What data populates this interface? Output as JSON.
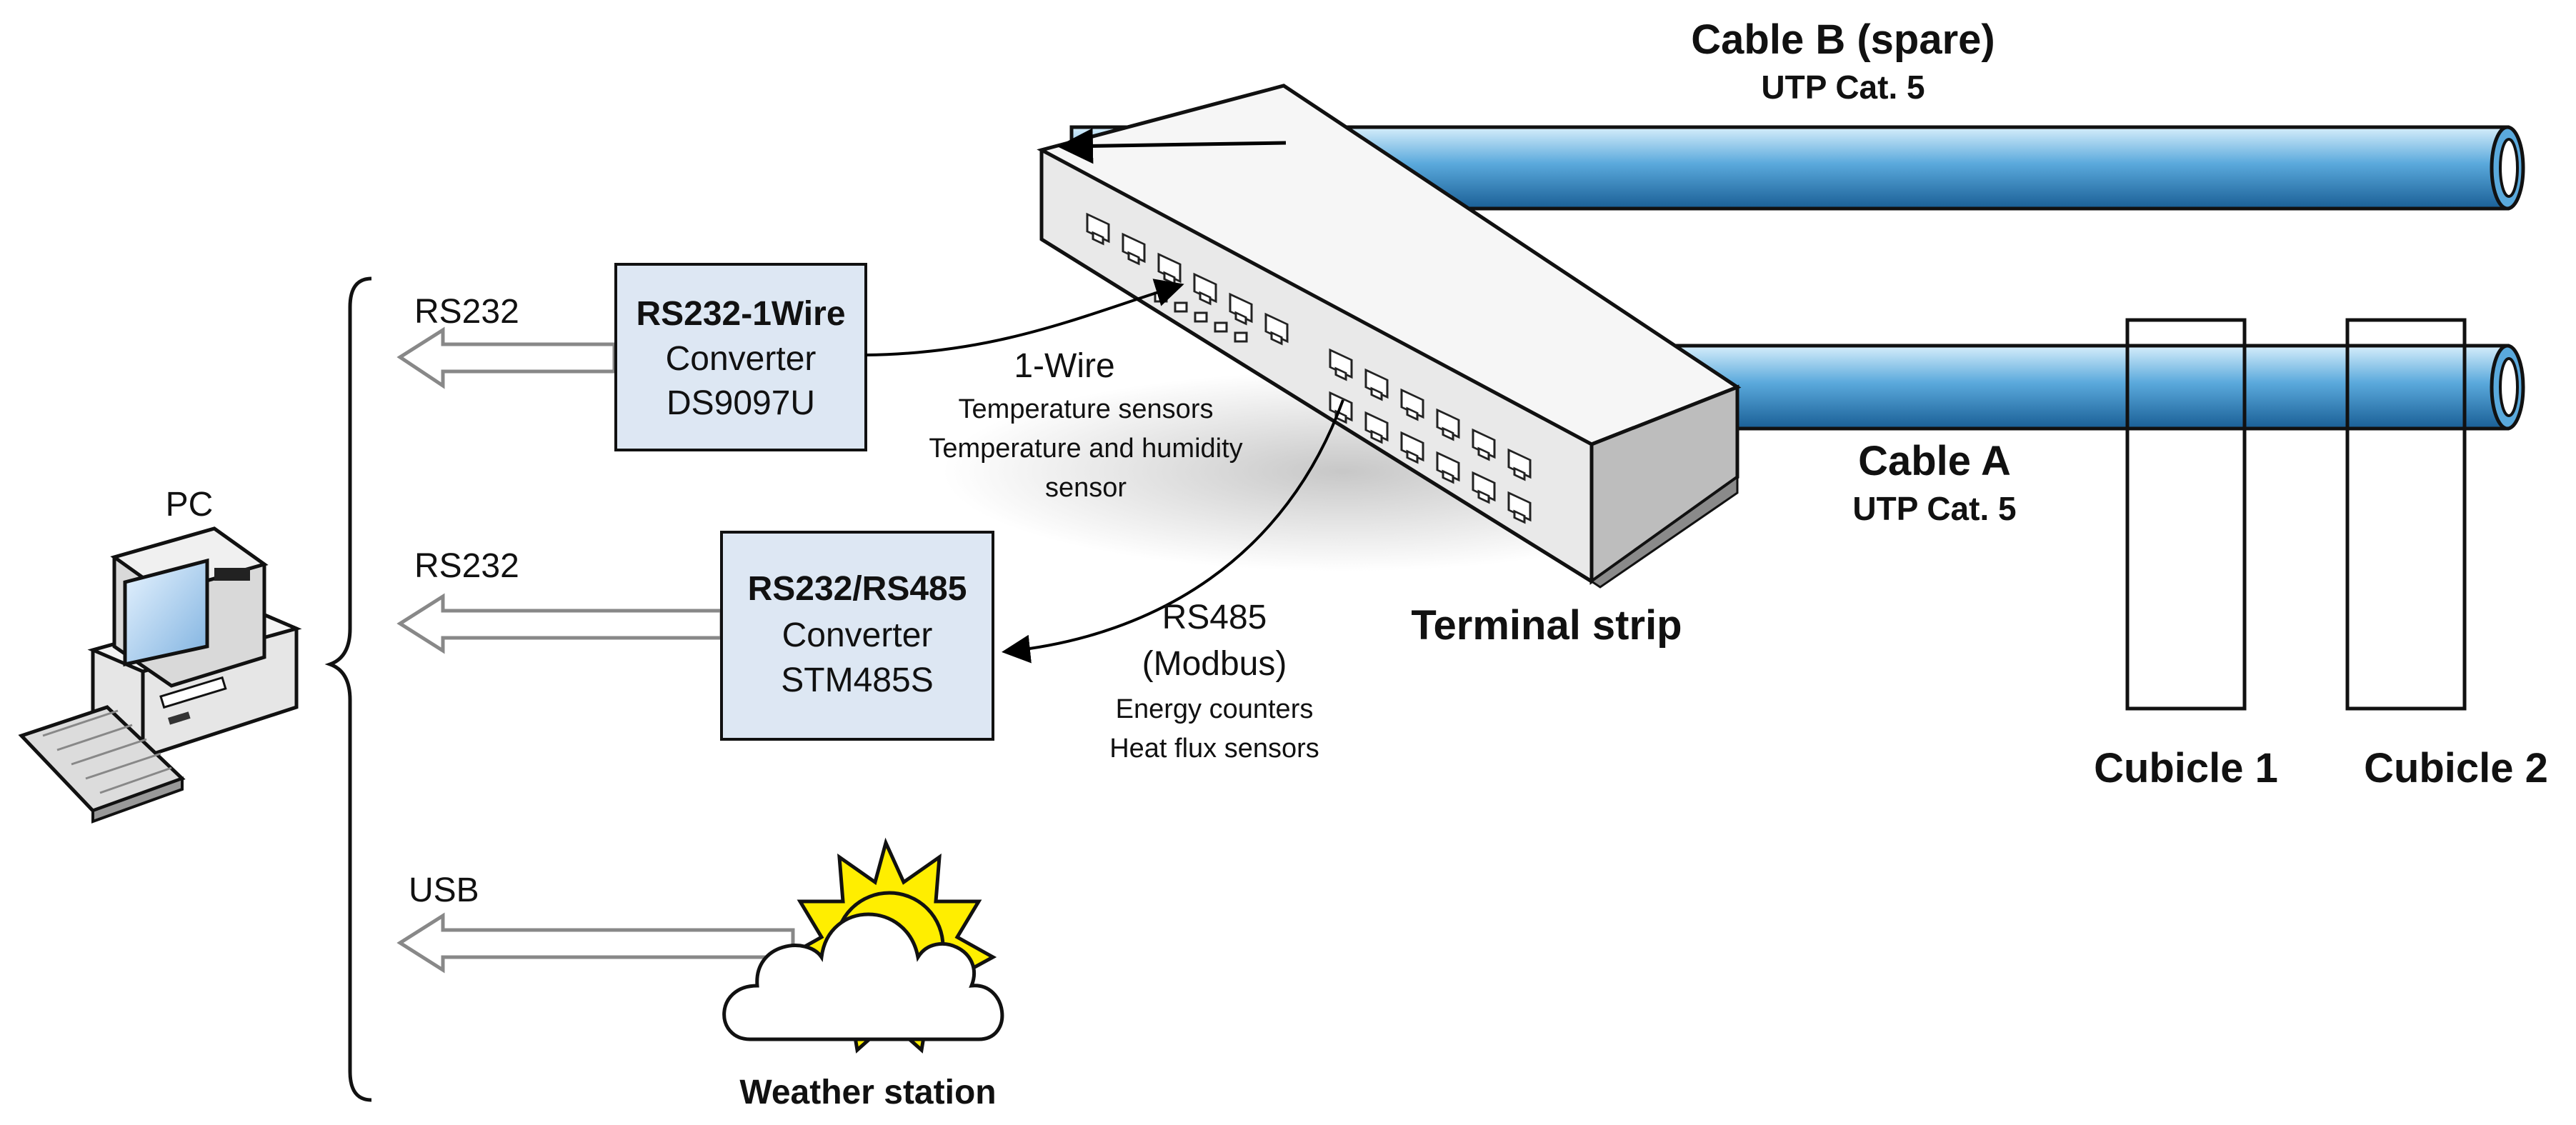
{
  "labels": {
    "pc": "PC",
    "rs232_top": "RS232",
    "rs232_mid": "RS232",
    "usb": "USB",
    "conv1_title": "RS232-1Wire",
    "conv1_line2": "Converter",
    "conv1_line3": "DS9097U",
    "conv2_title": "RS232/RS485",
    "conv2_line2": "Converter",
    "conv2_line3": "STM485S",
    "wire1_title": "1-Wire",
    "wire1_line2": "Temperature sensors",
    "wire1_line3": "Temperature and humidity",
    "wire1_line4": "sensor",
    "rs485_title": "RS485",
    "rs485_line2": "(Modbus)",
    "rs485_line3": "Energy counters",
    "rs485_line4": "Heat flux sensors",
    "terminal_strip": "Terminal strip",
    "cable_b_title": "Cable B (spare)",
    "cable_b_sub": "UTP Cat. 5",
    "cable_a_title": "Cable A",
    "cable_a_sub": "UTP Cat. 5",
    "cubicle1": "Cubicle 1",
    "cubicle2": "Cubicle 2",
    "weather_station": "Weather station"
  },
  "icons": [
    "computer-icon",
    "sun-icon",
    "cloud-icon",
    "arrow-icon",
    "rj45-port-icon"
  ],
  "colors": {
    "cable_light": "#d6eefb",
    "cable_mid": "#5aa9dc",
    "cable_dark": "#1a5f96",
    "converter_fill": "#dde7f3",
    "sun": "#ffee00",
    "strip_front": "#e9e9e9",
    "strip_top": "#f6f6f6",
    "strip_side": "#bdbdbd"
  }
}
